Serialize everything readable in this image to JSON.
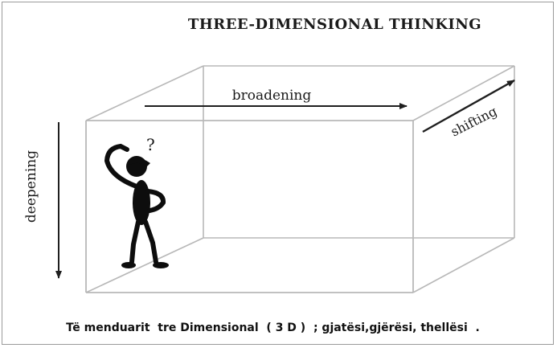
{
  "title": "THREE-DIMENSIONAL THINKING",
  "labels": {
    "broadening": "broadening",
    "shifting": "shifting",
    "deepening": "deepening",
    "question_mark": "?"
  },
  "caption": "Të menduarit  tre Dimensional  ( 3 D )  ; gjatësi,gjërësi, thellësi  .",
  "colors": {
    "box_line": "#b8b8b8",
    "arrow": "#1f1f1f",
    "figure": "#0d0d0d",
    "text": "#1a1a1a"
  },
  "icons": {
    "figure": "thinking-stick-figure-icon"
  }
}
